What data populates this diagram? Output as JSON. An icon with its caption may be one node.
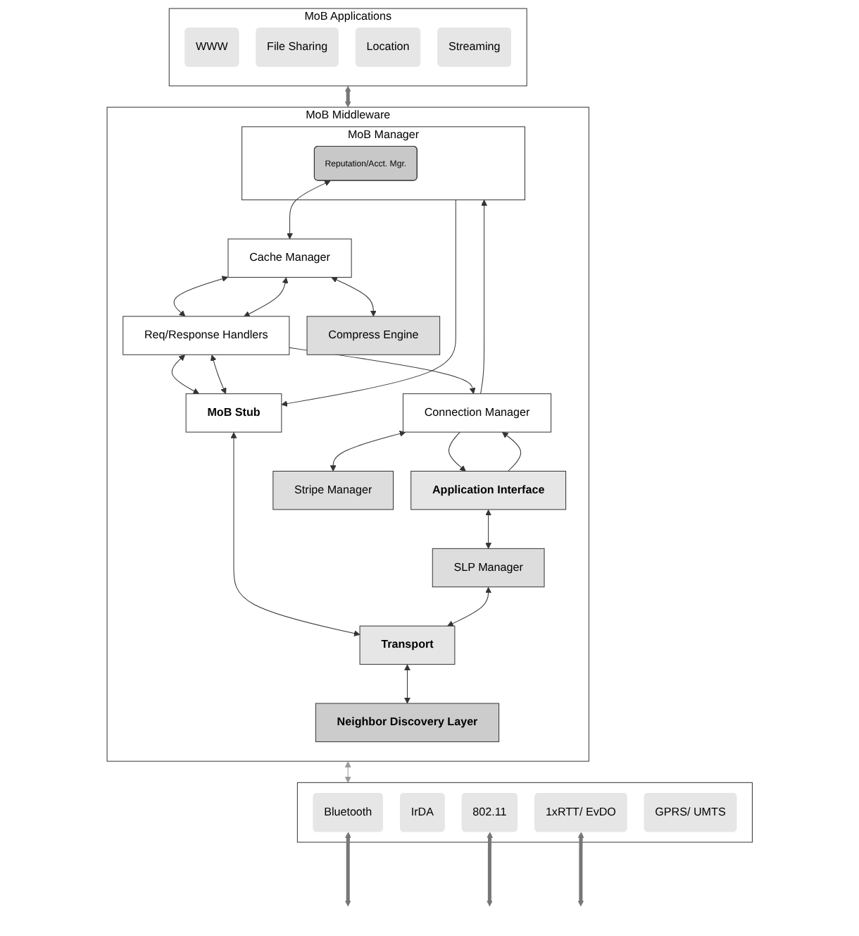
{
  "diagram": {
    "nodes": [
      {
        "text": [
          "MoB Applications"
        ]
      },
      {
        "text": [
          "WWW"
        ],
        "in": 0
      },
      {
        "text": [
          "File Sharing"
        ],
        "in": 0
      },
      {
        "text": [
          "Location"
        ],
        "in": 0
      },
      {
        "text": [
          "Streaming"
        ],
        "in": 0
      },
      {
        "text": [
          "MoB Middleware"
        ]
      },
      {
        "text": [
          "Application Interface"
        ],
        "in": 5
      },
      {
        "text": [
          "Connection Manager"
        ],
        "in": 5
      },
      {
        "text": [
          "Stripe Manager"
        ],
        "in": 5
      },
      {
        "text": [
          "MoB Manager"
        ],
        "in": 5
      },
      {
        "text": [
          "Reputation/Acct. Mgr."
        ],
        "in": 9
      },
      {
        "text": [
          "Cache Manager"
        ],
        "in": 5
      },
      {
        "text": [
          "Compress Engine"
        ],
        "in": 5
      },
      {
        "text": [
          "Req/Response Handlers"
        ],
        "in": 5
      },
      {
        "text": [
          "SLP Manager"
        ],
        "in": 5
      },
      {
        "text": [
          "MoB Stub"
        ],
        "in": 5
      },
      {
        "text": [
          "Transport"
        ],
        "in": 5
      },
      {
        "text": [
          "Neighbor Discovery Layer"
        ],
        "in": 5
      },
      {
        "text": [],
        "shape": "box"
      },
      {
        "text": [
          "Bluetooth"
        ],
        "in": 18
      },
      {
        "text": [
          "IrDA"
        ],
        "in": 18
      },
      {
        "text": [
          "802.11"
        ],
        "in": 18
      },
      {
        "text": [
          "1xRTT/ EvDO"
        ],
        "in": 18
      },
      {
        "text": [
          "GPRS/ UMTS"
        ],
        "in": 18
      }
    ],
    "edges": [
      {
        "from": 0,
        "to": 5,
        "arrow": "both",
        "style": "thick",
        "color": "#777777"
      },
      {
        "from": 6,
        "to": 7,
        "arrow": "to"
      },
      {
        "from": 7,
        "to": 6,
        "arrow": "to"
      },
      {
        "from": 7,
        "to": 8,
        "arrow": "both"
      },
      {
        "from": 13,
        "to": 7,
        "arrow": "to"
      },
      {
        "from": 7,
        "to": 9,
        "arrow": "to"
      },
      {
        "from": 10,
        "to": 11,
        "arrow": "both"
      },
      {
        "from": 11,
        "to": 12,
        "arrow": "both"
      },
      {
        "from": 11,
        "to": 13,
        "arrow": "both"
      },
      {
        "from": 11,
        "to": 13,
        "arrow": "both"
      },
      {
        "from": 13,
        "to": 15,
        "arrow": "both"
      },
      {
        "from": 13,
        "to": 15,
        "arrow": "both"
      },
      {
        "from": 9,
        "to": 15,
        "arrow": "to"
      },
      {
        "from": 6,
        "to": 14,
        "arrow": "both"
      },
      {
        "from": 15,
        "to": 16,
        "arrow": "both"
      },
      {
        "from": 14,
        "to": 16,
        "arrow": "both"
      },
      {
        "from": 16,
        "to": 17,
        "arrow": "both"
      },
      {
        "from": 5,
        "to": 18,
        "arrow": "both",
        "color": "#999999"
      },
      {
        "from": 19,
        "to": null,
        "arrow": "both",
        "style": "thick",
        "color": "#777777"
      },
      {
        "from": 21,
        "to": null,
        "arrow": "both",
        "style": "thick",
        "color": "#777777"
      },
      {
        "from": 22,
        "to": null,
        "arrow": "both",
        "style": "thick",
        "color": "#777777"
      }
    ]
  }
}
